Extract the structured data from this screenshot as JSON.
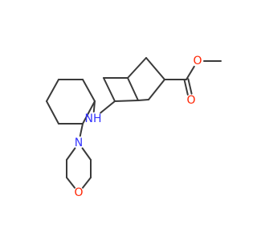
{
  "molecule": {
    "atoms": {
      "nh": {
        "text": "NH",
        "color": "#3333ff"
      },
      "morpholine_n": {
        "text": "N",
        "color": "#3333ff"
      },
      "morpholine_o": {
        "text": "O",
        "color": "#ff2200"
      },
      "carbonyl_o": {
        "text": "O",
        "color": "#ff2200"
      },
      "ester_o": {
        "text": "O",
        "color": "#ff2200"
      }
    },
    "bond_color": "#3a3a3a"
  }
}
